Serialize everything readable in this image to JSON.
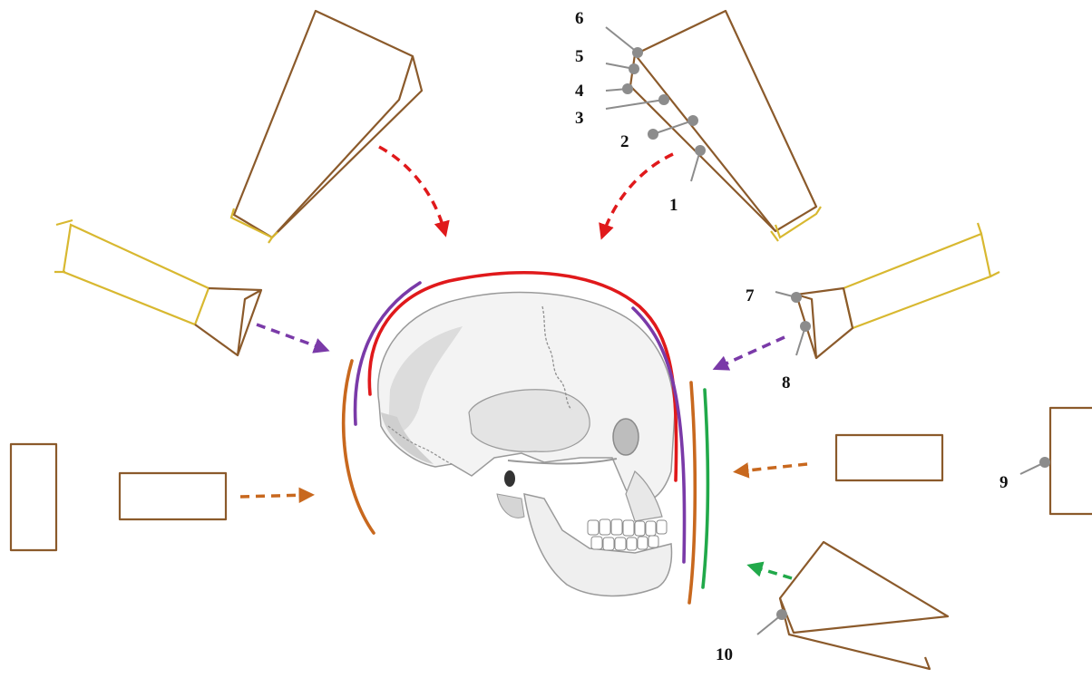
{
  "labels": [
    "1",
    "2",
    "3",
    "4",
    "5",
    "6",
    "7",
    "8",
    "9",
    "10"
  ],
  "colors": {
    "red": "#e0191b",
    "purple": "#7a3aa8",
    "orange": "#c8681e",
    "green": "#21a94a",
    "brown": "#8b5a2b",
    "gold": "#d8b830",
    "pointer": "#8c8c8c"
  },
  "icons": [
    "skull-illustration"
  ]
}
